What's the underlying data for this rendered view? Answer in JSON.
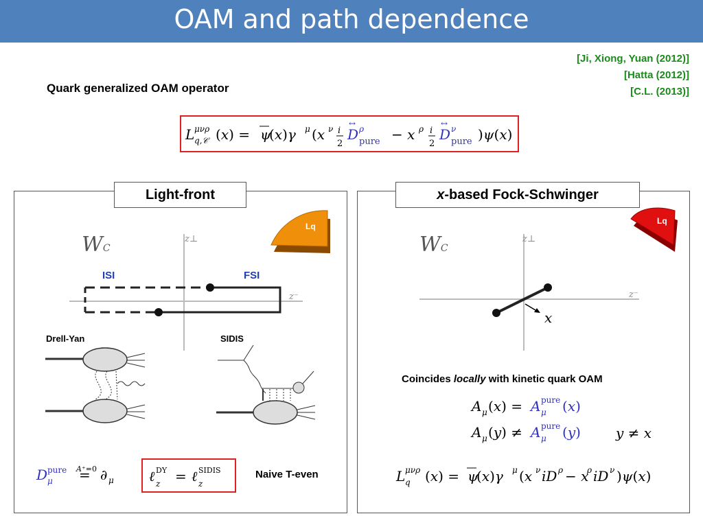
{
  "slide": {
    "title": "OAM and path dependence",
    "references": [
      "[Ji, Xiong, Yuan (2012)]",
      "[Hatta (2012)]",
      "[C.L. (2013)]"
    ],
    "subheading": "Quark generalized OAM operator"
  },
  "left_panel": {
    "label": "Light-front",
    "badge": "Lq",
    "wilson_symbol": "W",
    "wilson_sub": "C",
    "axis_vertical": "z⊥",
    "axis_horizontal": "z⁻",
    "isi": "ISI",
    "fsi": "FSI",
    "drell_yan": "Drell-Yan",
    "sidis": "SIDIS",
    "naive_t_even": "Naive T-even",
    "colors": {
      "badge": "#f0900a",
      "isi_fsi": "#1f3fb0"
    }
  },
  "right_panel": {
    "label_italic": "x",
    "label_rest": "-based Fock-Schwinger",
    "badge": "Lq",
    "wilson_symbol": "W",
    "wilson_sub": "C",
    "axis_vertical": "z⊥",
    "axis_horizontal": "z⁻",
    "x_label": "x",
    "coincides_pre": "Coincides ",
    "coincides_italic": "locally",
    "coincides_post": " with kinetic quark OAM",
    "eq_neq_extra": "y ≠ x",
    "colors": {
      "badge": "#e01010"
    }
  },
  "colors": {
    "title_bar": "#4f81bd",
    "references": "#1a8a1a",
    "highlight_box": "#e02020",
    "pure_blue": "#3030c0"
  }
}
